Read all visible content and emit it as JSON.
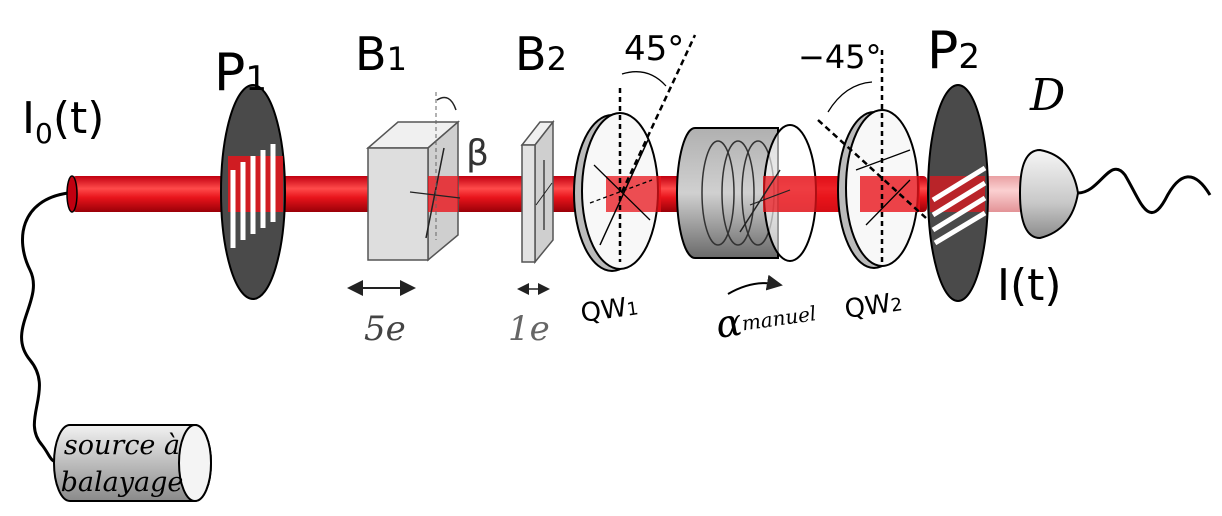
{
  "labels": {
    "source_intensity": {
      "main": "I",
      "sub": "0",
      "tail": "(t)"
    },
    "polarizer1": {
      "main": "P",
      "sub": "1"
    },
    "birefringent1": {
      "main": "B",
      "sub": "1"
    },
    "birefringent2": {
      "main": "B",
      "sub": "2"
    },
    "beta": "β",
    "angle_qw1": "45°",
    "angle_qw2": "−45°",
    "polarizer2": {
      "main": "P",
      "sub": "2"
    },
    "detector": "D",
    "output_intensity": "I(t)",
    "thickness_b1": "5e",
    "thickness_b2": "1e",
    "qw1": {
      "main": "QW",
      "sub": "1"
    },
    "qw2": {
      "main": "QW",
      "sub": "2"
    },
    "alpha": {
      "main": "α",
      "sub": "manuel"
    },
    "source_box": {
      "line1": "source à",
      "line2": "balayage"
    }
  },
  "colors": {
    "beam": "#e8141b",
    "beam_highlight": "#ff8080",
    "beam_faded": "#f4a8ab",
    "polarizer_dark": "#4a4a4a",
    "element_grey": "#d8d8d8",
    "rotator_grey": "#9a9a9a"
  }
}
